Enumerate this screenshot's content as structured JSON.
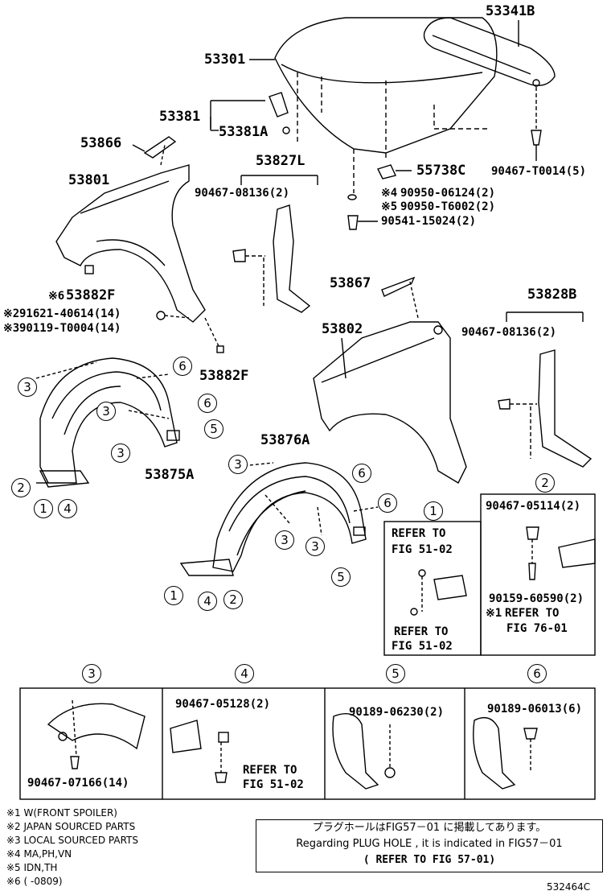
{
  "parts": {
    "p53341B": "53341B",
    "p53301": "53301",
    "p53381": "53381",
    "p53381A": "53381A",
    "p53866": "53866",
    "p53827L": "53827L",
    "p55738C": "55738C",
    "p90467T0014": "90467-T0014(5)",
    "p53801": "53801",
    "p90467_08136a": "90467-08136(2)",
    "p90950_06124": "90950-06124(2)",
    "p90950_T6002": "90950-T6002(2)",
    "p90541_15024": "90541-15024(2)",
    "p53882F_a": "53882F",
    "p91621": "91621-40614(14)",
    "p90119": "90119-T0004(14)",
    "p53867": "53867",
    "p53828B": "53828B",
    "p53802": "53802",
    "p90467_08136b": "90467-08136(2)",
    "p53882F_b": "53882F",
    "p53875A": "53875A",
    "p53876A": "53876A"
  },
  "marks": {
    "m6": "※6",
    "m2": "※2",
    "m3": "※3",
    "m4": "※4",
    "m5": "※5",
    "m1": "※1"
  },
  "callouts": [
    "1",
    "2",
    "3",
    "4",
    "5",
    "6"
  ],
  "detail1": {
    "num": "1",
    "refer_a": "REFER TO",
    "fig_a": "FIG 51-02",
    "refer_b": "REFER TO",
    "fig_b": "FIG 51-02"
  },
  "detail2": {
    "num": "2",
    "part_a": "90467-05114(2)",
    "part_b": "90159-60590(2)",
    "refer": "REFER TO",
    "fig": "FIG 76-01"
  },
  "detail3": {
    "num": "3",
    "part": "90467-07166(14)"
  },
  "detail4": {
    "num": "4",
    "part": "90467-05128(2)",
    "refer": "REFER TO",
    "fig": "FIG 51-02"
  },
  "detail5": {
    "num": "5",
    "part": "90189-06230(2)"
  },
  "detail6": {
    "num": "6",
    "part": "90189-06013(6)"
  },
  "legend": [
    "※1 W(FRONT SPOILER)",
    "※2 JAPAN SOURCED PARTS",
    "※3 LOCAL SOURCED PARTS",
    "※4 MA,PH,VN",
    "※5 IDN,TH",
    "※6 (    -0809)"
  ],
  "note": {
    "jp": "プラグホールはFIG57－01 に掲載してあります。",
    "en": "Regarding PLUG HOLE , it is indicated in FIG57－01",
    "ref": "( REFER TO FIG 57-01)"
  },
  "diagram_code": "532464C"
}
